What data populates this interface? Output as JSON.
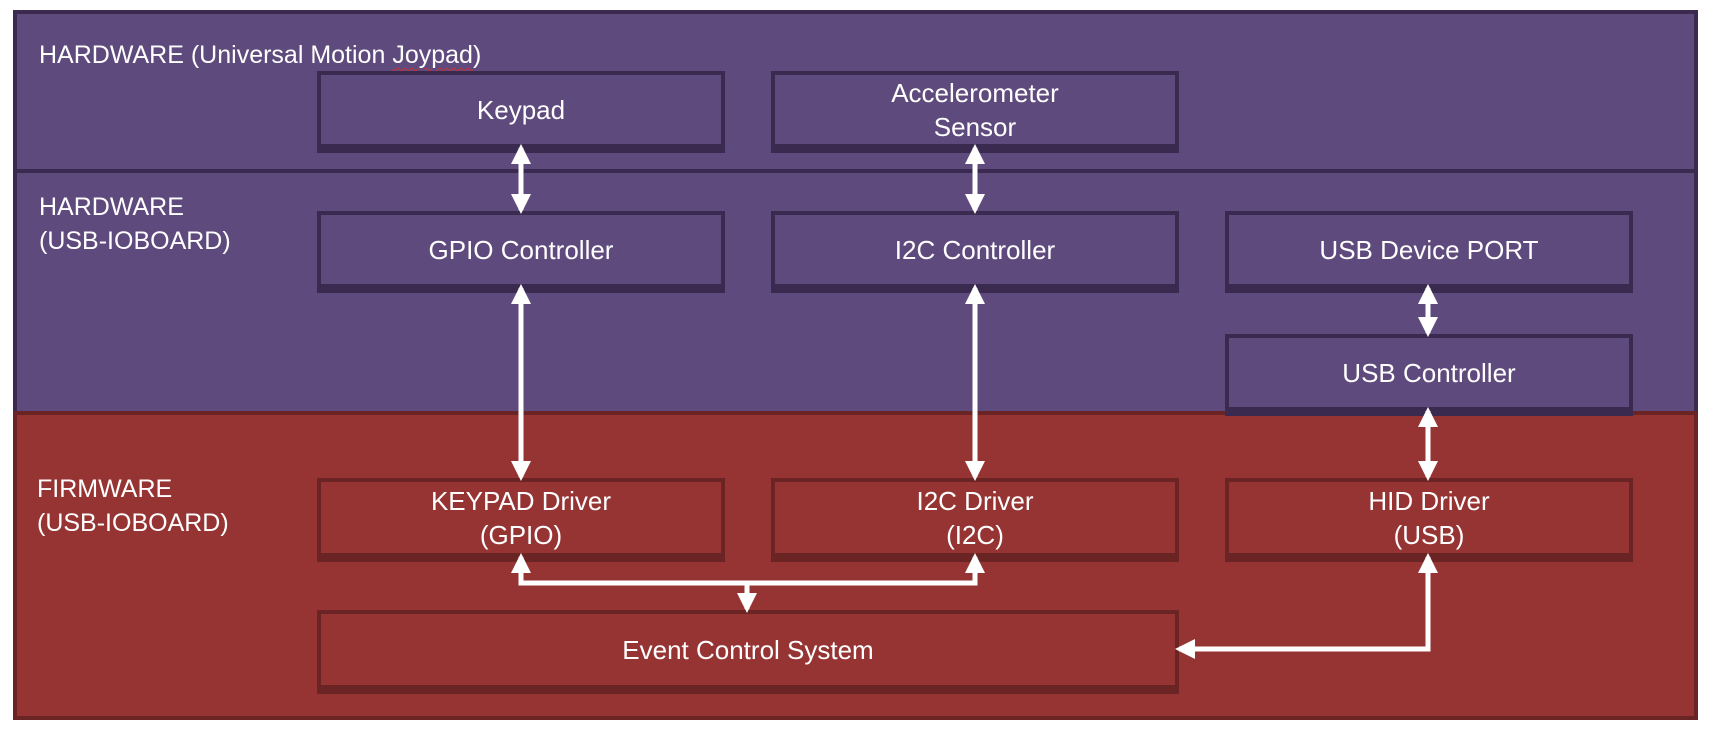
{
  "layers": {
    "hw_joypad": {
      "label_prefix": "HARDWARE (Universal Motion ",
      "label_squiggle": "Joypad",
      "label_suffix": ")",
      "fill": "#5f4a7d"
    },
    "hw_ioboard": {
      "label": "HARDWARE\n(USB-IOBOARD)",
      "fill": "#5f4a7d"
    },
    "fw_ioboard": {
      "label": "FIRMWARE\n(USB-IOBOARD)",
      "fill": "#963434"
    }
  },
  "boxes": {
    "keypad": "Keypad",
    "accelerometer": "Accelerometer\nSensor",
    "gpio_controller": "GPIO Controller",
    "i2c_controller": "I2C Controller",
    "usb_device_port": "USB Device PORT",
    "usb_controller": "USB Controller",
    "keypad_driver": "KEYPAD Driver\n(GPIO)",
    "i2c_driver": "I2C Driver\n(I2C)",
    "hid_driver": "HID Driver\n(USB)",
    "event_control_system": "Event Control System"
  },
  "colors": {
    "hardware_fill": "#5f4a7d",
    "hardware_border": "#3a2a4f",
    "firmware_fill": "#963434",
    "firmware_border": "#6a2424",
    "arrow": "#ffffff",
    "text": "#ffffff"
  }
}
